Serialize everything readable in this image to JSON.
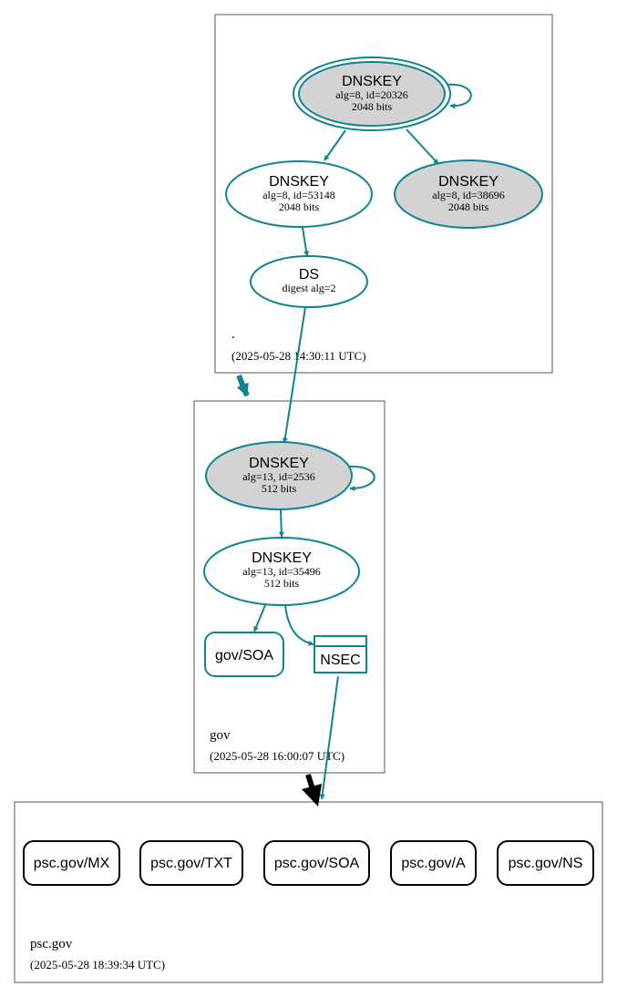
{
  "colors": {
    "accent": "#0e8494",
    "ksk_fill": "#d3d3d3",
    "zone_border": "#555555",
    "rr_border": "#000000"
  },
  "zones": {
    "root": {
      "name": ".",
      "timestamp": "(2025-05-28 14:30:11 UTC)",
      "nodes": {
        "ksk": {
          "type": "DNSKEY",
          "info": "alg=8, id=20326",
          "bits": "2048 bits"
        },
        "zsk": {
          "type": "DNSKEY",
          "info": "alg=8, id=53148",
          "bits": "2048 bits"
        },
        "key3": {
          "type": "DNSKEY",
          "info": "alg=8, id=38696",
          "bits": "2048 bits"
        },
        "ds": {
          "type": "DS",
          "info": "digest alg=2"
        }
      }
    },
    "gov": {
      "name": "gov",
      "timestamp": "(2025-05-28 16:00:07 UTC)",
      "nodes": {
        "ksk": {
          "type": "DNSKEY",
          "info": "alg=13, id=2536",
          "bits": "512 bits"
        },
        "zsk": {
          "type": "DNSKEY",
          "info": "alg=13, id=35496",
          "bits": "512 bits"
        },
        "soa": {
          "label": "gov/SOA"
        },
        "nsec": {
          "label": "NSEC"
        }
      }
    },
    "psc": {
      "name": "psc.gov",
      "timestamp": "(2025-05-28 18:39:34 UTC)",
      "records": [
        "psc.gov/MX",
        "psc.gov/TXT",
        "psc.gov/SOA",
        "psc.gov/A",
        "psc.gov/NS"
      ]
    }
  }
}
